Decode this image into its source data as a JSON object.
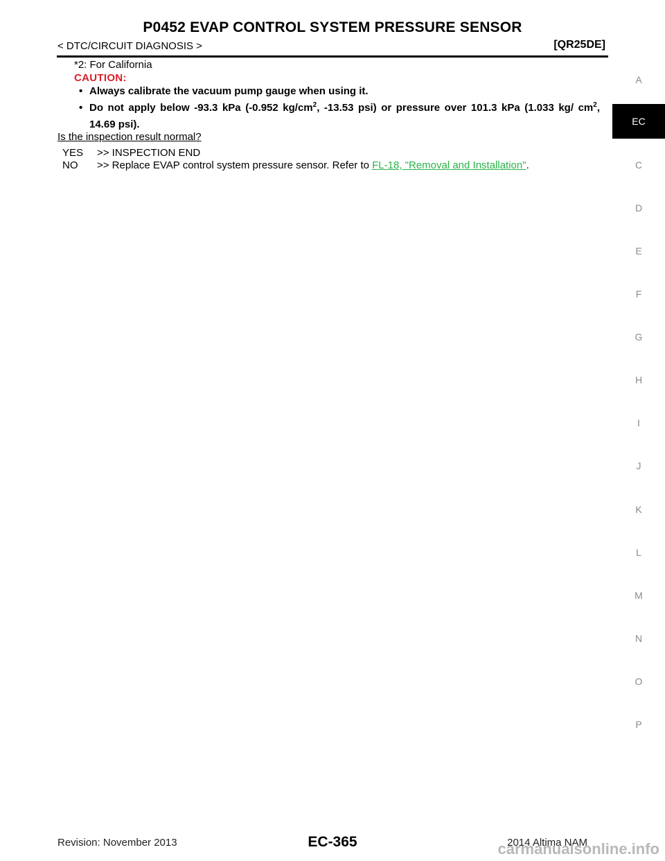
{
  "header": {
    "title": "P0452 EVAP CONTROL SYSTEM PRESSURE SENSOR",
    "breadcrumb": "< DTC/CIRCUIT DIAGNOSIS >",
    "engine": "[QR25DE]"
  },
  "body": {
    "note": "*2: For California",
    "caution_label": "CAUTION:",
    "bullets": {
      "b1": "Always calibrate the vacuum pump gauge when using it.",
      "b2_part1": "Do not apply below -93.3 kPa (-0.952 kg/cm",
      "b2_sup1": "2",
      "b2_part2": ", -13.53 psi) or pressure over 101.3 kPa (1.033 kg/ cm",
      "b2_sup2": "2",
      "b2_part3": ", 14.69 psi)."
    },
    "bullet_glyph": "•",
    "question": "Is the inspection result normal?",
    "yes_key": "YES",
    "yes_text": ">> INSPECTION END",
    "no_key": "NO",
    "no_text": ">> Replace EVAP control system pressure sensor. Refer to ",
    "no_link": "FL-18, \"Removal and Installation\"",
    "no_suffix": "."
  },
  "side_tabs": [
    "A",
    "EC",
    "C",
    "D",
    "E",
    "F",
    "G",
    "H",
    "I",
    "J",
    "K",
    "L",
    "M",
    "N",
    "O",
    "P"
  ],
  "footer": {
    "revision": "Revision: November 2013",
    "page": "EC-365",
    "model": "2014 Altima NAM",
    "watermark": "carmanualsonline.info"
  },
  "colors": {
    "caution": "#d9202a",
    "link": "#2bb34a",
    "active_tab": "#000000"
  }
}
